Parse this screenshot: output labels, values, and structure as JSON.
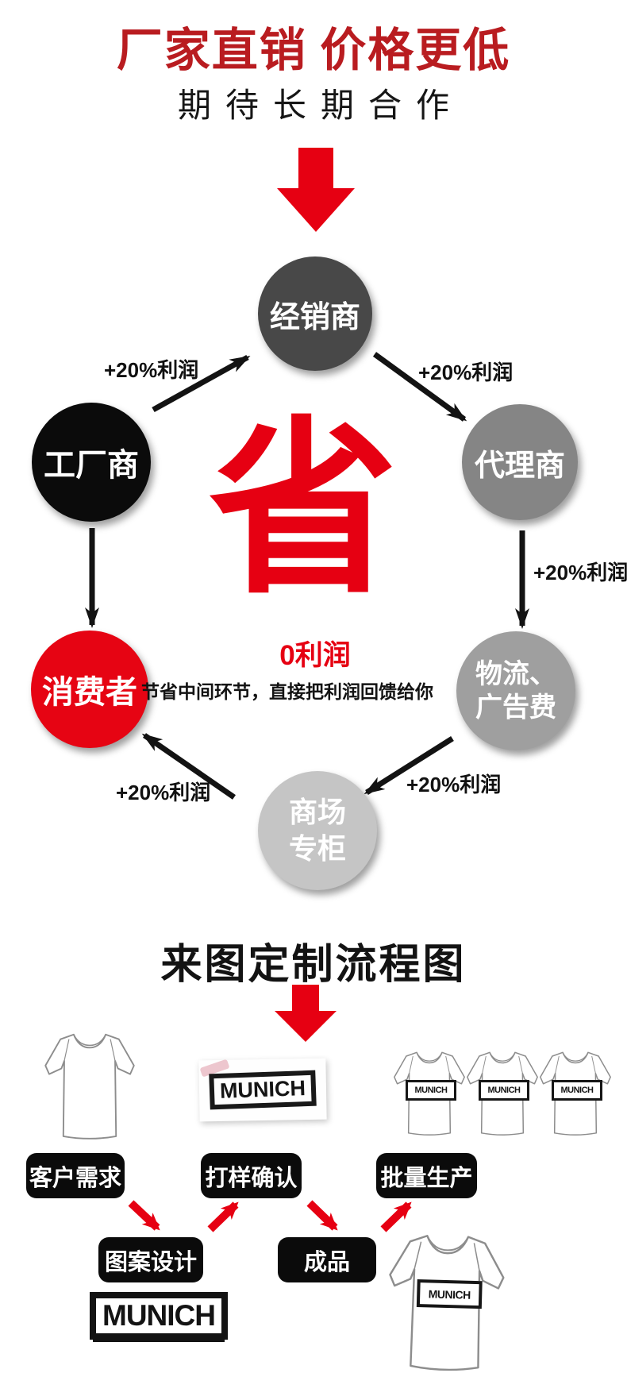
{
  "header": {
    "title": "厂家直销 价格更低",
    "subtitle": "期待长期合作"
  },
  "supply_chain": {
    "center_character": "省",
    "zero_profit": "0利润",
    "savings_note": "节省中间环节，直接把利润回馈给你",
    "markup_label": "+20%利润",
    "nodes": {
      "dealer": {
        "label": "经销商",
        "color": "#484848"
      },
      "factory": {
        "label": "工厂商",
        "color": "#0b0b0b"
      },
      "agent": {
        "label": "代理商",
        "color": "#858585"
      },
      "consumer": {
        "label": "消费者",
        "color": "#e60413"
      },
      "logistics": {
        "line1": "物流、",
        "line2": "广告费",
        "color": "#9f9f9f"
      },
      "mall": {
        "line1": "商场",
        "line2": "专柜",
        "color": "#c5c5c5"
      }
    }
  },
  "process": {
    "title": "来图定制流程图",
    "brand": "MUNICH",
    "steps": {
      "customer_needs": "客户需求",
      "sample_confirm": "打样确认",
      "mass_production": "批量生产",
      "pattern_design": "图案设计",
      "finished_product": "成品"
    }
  },
  "colors": {
    "title_red": "#b91c20",
    "accent_red": "#e60012",
    "ink_black": "#131313"
  }
}
